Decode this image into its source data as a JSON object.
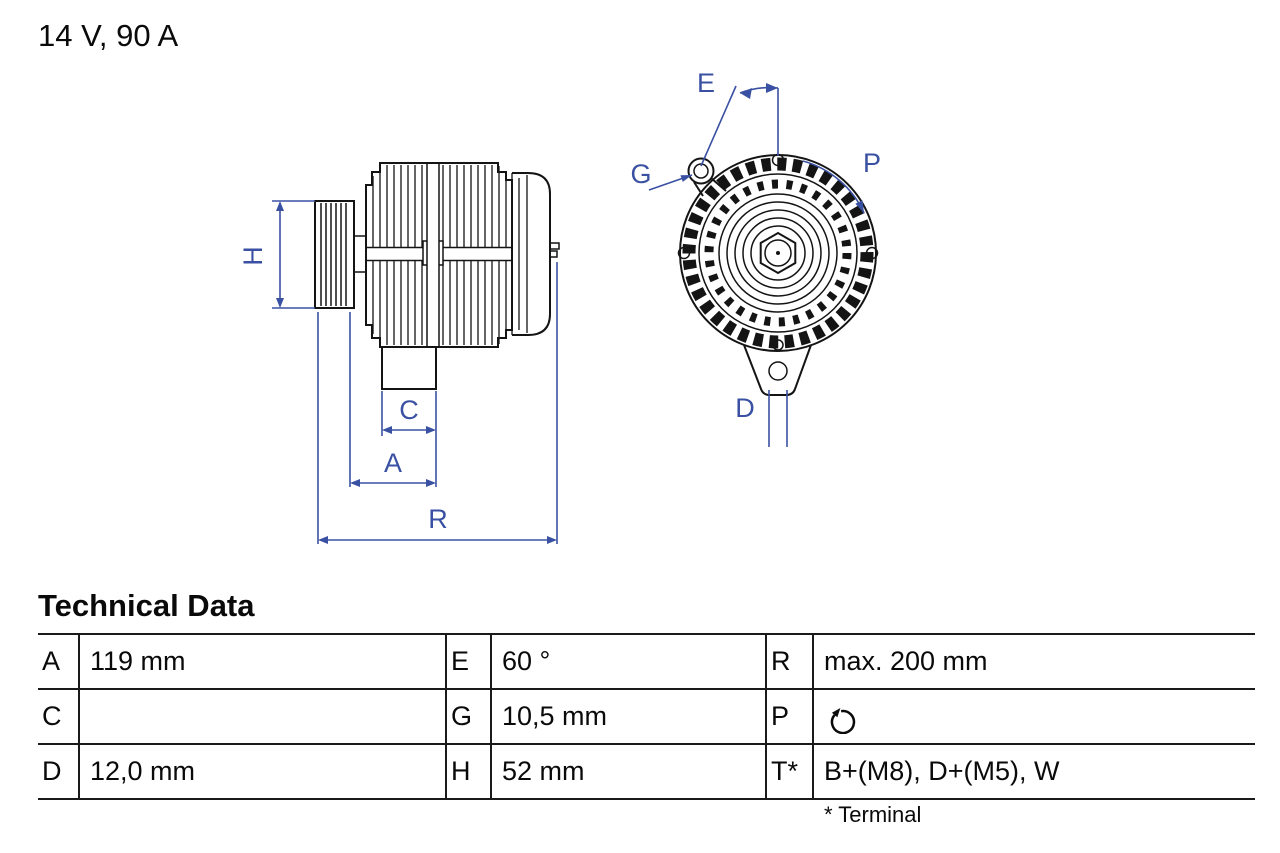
{
  "header": {
    "rating": "14 V, 90 A"
  },
  "diagram": {
    "labels": {
      "H": "H",
      "C": "C",
      "A": "A",
      "R": "R",
      "E": "E",
      "G": "G",
      "P": "P",
      "D": "D"
    }
  },
  "technical_data": {
    "title": "Technical Data",
    "rows": [
      {
        "cells": [
          {
            "key": "A",
            "value": "119 mm"
          },
          {
            "key": "E",
            "value": "60 °"
          },
          {
            "key": "R",
            "value": "max. 200 mm"
          }
        ]
      },
      {
        "cells": [
          {
            "key": "C",
            "value": ""
          },
          {
            "key": "G",
            "value": "10,5 mm"
          },
          {
            "key": "P",
            "value": "",
            "icon": "rotation-direction-icon"
          }
        ]
      },
      {
        "cells": [
          {
            "key": "D",
            "value": "12,0 mm"
          },
          {
            "key": "H",
            "value": "52 mm"
          },
          {
            "key": "T*",
            "value": "B+(M8), D+(M5), W"
          }
        ]
      }
    ],
    "footnote": "* Terminal"
  },
  "colors": {
    "dimension_blue": "#3A51A3",
    "drawing_black": "#141414"
  }
}
